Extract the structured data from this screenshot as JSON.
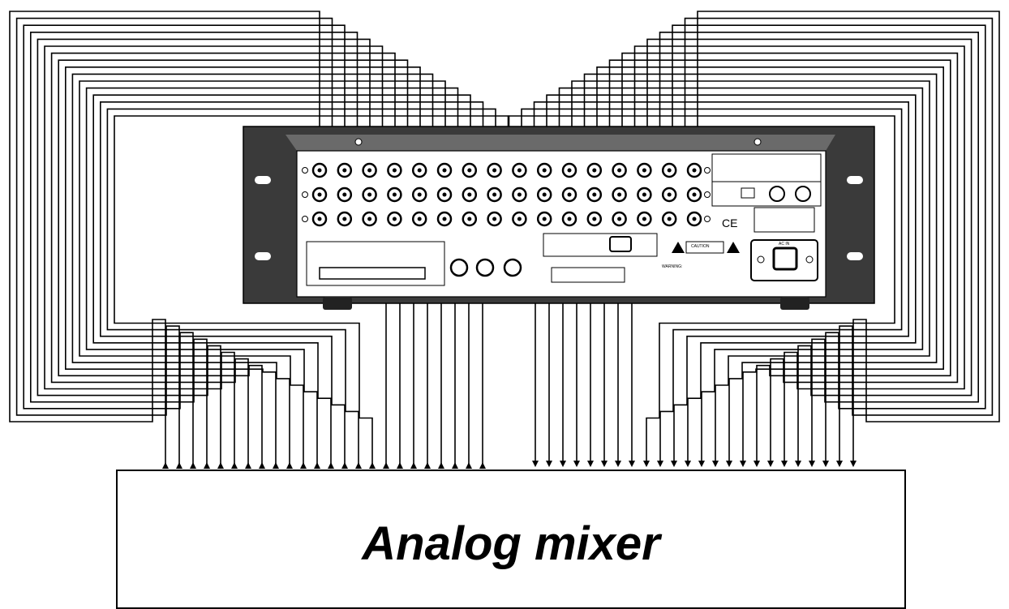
{
  "mixer": {
    "label": "Analog mixer"
  },
  "device_panel": {
    "ce_mark": "CE",
    "caution_label": "CAUTION",
    "warning_label": "WARNING:",
    "ac_in_label": "AC IN"
  }
}
